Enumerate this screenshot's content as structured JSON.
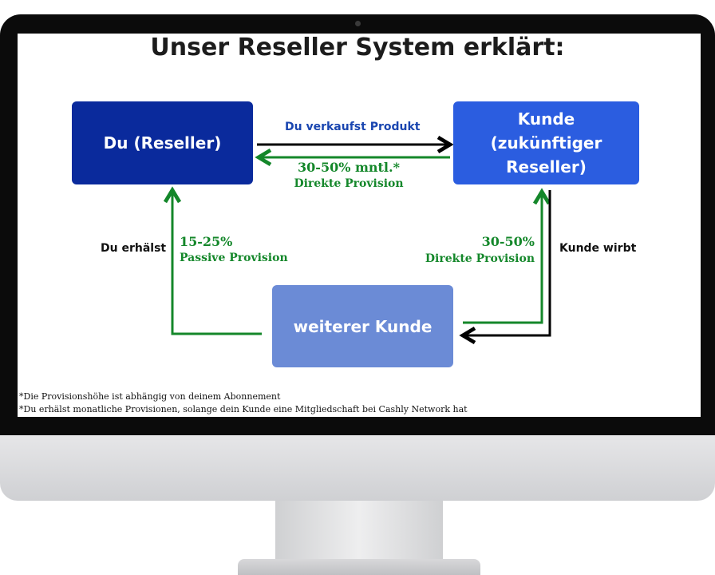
{
  "title": "Unser Reseller System erklärt:",
  "boxes": {
    "reseller": "Du (Reseller)",
    "kunde_line1": "Kunde",
    "kunde_line2": "(zukünftiger Reseller)",
    "weiterer": "weiterer Kunde"
  },
  "labels": {
    "verkaufst": "Du verkaufst Produkt",
    "direct_pct": "30-50% mntl.*",
    "direct_label": "Direkte Provision",
    "erhaelst": "Du erhälst",
    "passive_pct": "15-25%",
    "passive_label": "Passive Provision",
    "right_pct": "30-50%",
    "right_label": "Direkte Provision",
    "kunde_wirbt": "Kunde wirbt"
  },
  "footnotes": [
    "*Die Provisionshöhe ist abhängig von deinem Abonnement",
    "*Du erhälst monatliche Provisionen, solange dein Kunde eine Mitgliedschaft bei Cashly Network hat"
  ],
  "colors": {
    "dark_blue": "#0a2a9c",
    "blue": "#2b5de0",
    "light_blue": "#6b8bd6",
    "green": "#14872a"
  }
}
